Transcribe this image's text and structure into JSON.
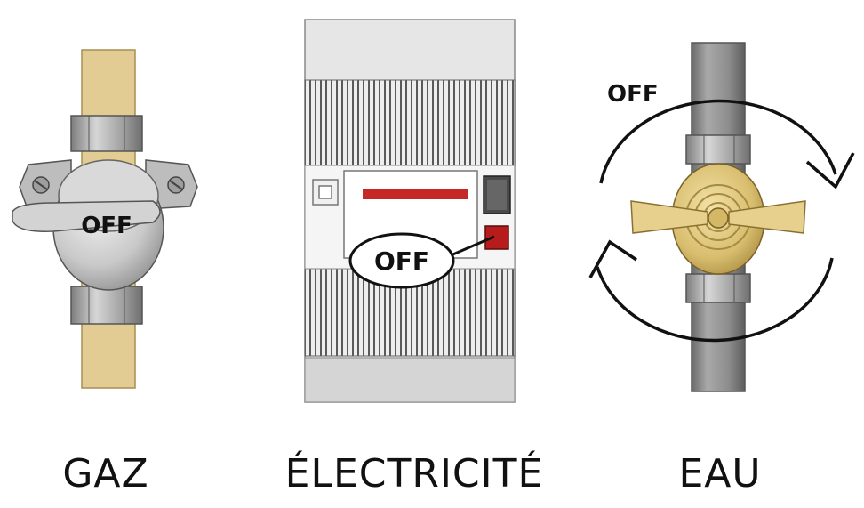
{
  "gas": {
    "caption": "GAZ",
    "knob_label": "OFF"
  },
  "electricity": {
    "caption": "ÉLECTRICITÉ",
    "callout_label": "OFF"
  },
  "water": {
    "caption": "EAU",
    "rotation_label": "OFF"
  },
  "colors": {
    "gas_pipe": "#e2cc93",
    "metal": "#a9a9a9",
    "breaker_panel": "#e6e6e6",
    "breaker_bar": "#c62828",
    "breaker_switch": "#b71c1c",
    "water_pipe": "#8e8e8e",
    "brass": "#dcc37a",
    "ink": "#111111"
  },
  "icons": [
    "gas-valve-icon",
    "circuit-breaker-icon",
    "water-valve-icon",
    "rotation-arrow-icon"
  ]
}
